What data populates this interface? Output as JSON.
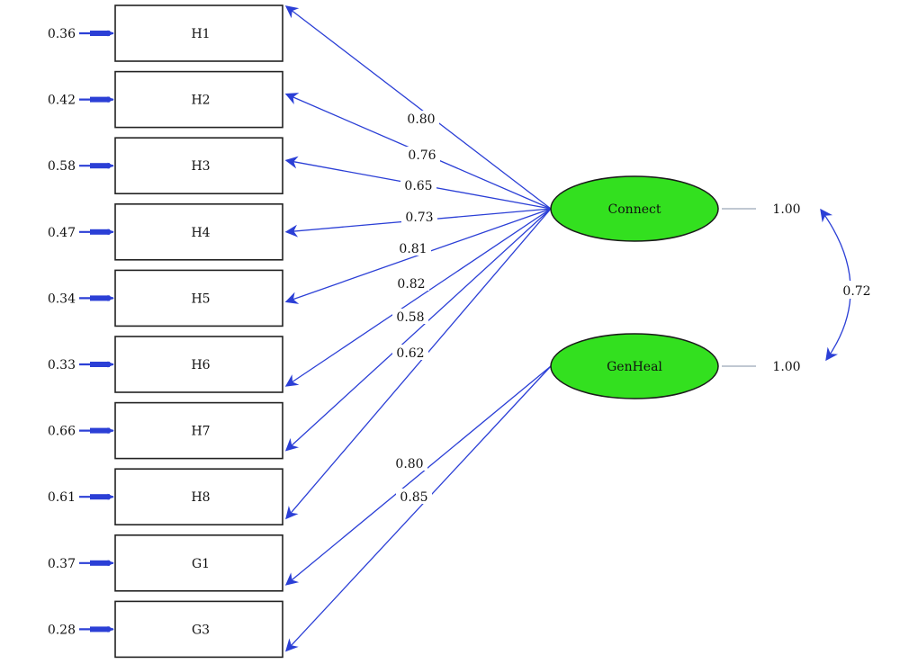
{
  "colors": {
    "path": "#2b3fd6",
    "latent_fill": "#33e01f",
    "box_stroke": "#222222",
    "variance_line": "#9aa6b8"
  },
  "indicators": [
    {
      "name": "H1",
      "error": "0.36"
    },
    {
      "name": "H2",
      "error": "0.42"
    },
    {
      "name": "H3",
      "error": "0.58"
    },
    {
      "name": "H4",
      "error": "0.47"
    },
    {
      "name": "H5",
      "error": "0.34"
    },
    {
      "name": "H6",
      "error": "0.33"
    },
    {
      "name": "H7",
      "error": "0.66"
    },
    {
      "name": "H8",
      "error": "0.61"
    },
    {
      "name": "G1",
      "error": "0.37"
    },
    {
      "name": "G3",
      "error": "0.28"
    }
  ],
  "latents": [
    {
      "name": "Connect",
      "variance": "1.00"
    },
    {
      "name": "GenHeal",
      "variance": "1.00"
    }
  ],
  "loadings": [
    {
      "from": "Connect",
      "to": "H1",
      "value": "0.80"
    },
    {
      "from": "Connect",
      "to": "H2",
      "value": "0.76"
    },
    {
      "from": "Connect",
      "to": "H3",
      "value": "0.65"
    },
    {
      "from": "Connect",
      "to": "H4",
      "value": "0.73"
    },
    {
      "from": "Connect",
      "to": "H5",
      "value": "0.81"
    },
    {
      "from": "Connect",
      "to": "H6",
      "value": "0.82"
    },
    {
      "from": "Connect",
      "to": "H7",
      "value": "0.58"
    },
    {
      "from": "Connect",
      "to": "H8",
      "value": "0.62"
    },
    {
      "from": "GenHeal",
      "to": "G1",
      "value": "0.80"
    },
    {
      "from": "GenHeal",
      "to": "G3",
      "value": "0.85"
    }
  ],
  "correlation": {
    "between": [
      "Connect",
      "GenHeal"
    ],
    "value": "0.72"
  }
}
